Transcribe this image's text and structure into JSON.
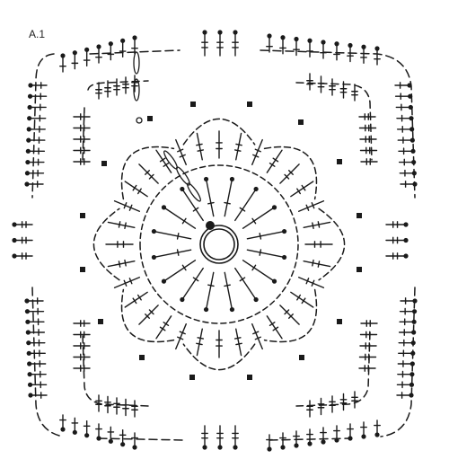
{
  "diagram": {
    "label": "A.1",
    "ink_color": "#1a1a1a",
    "background_color": "#ffffff",
    "symbols": [
      "magic-ring",
      "chain",
      "slip-stitch",
      "double-crochet",
      "treble-crochet",
      "chain-space-marker",
      "picot-marker",
      "round-start-marker"
    ]
  }
}
